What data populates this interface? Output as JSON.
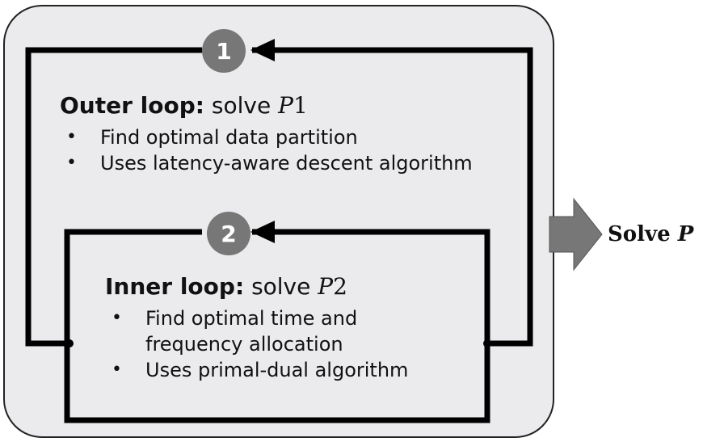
{
  "outer_loop": {
    "badge": "1",
    "heading_bold": "Outer loop:",
    "heading_text": "solve",
    "problem_letter": "P",
    "problem_index": "1",
    "bullets": [
      "Find optimal data partition",
      "Uses latency-aware descent algorithm"
    ]
  },
  "inner_loop": {
    "badge": "2",
    "heading_bold": "Inner loop:",
    "heading_text": "solve",
    "problem_letter": "P",
    "problem_index": "2",
    "bullets": [
      "Find optimal time and",
      "frequency allocation",
      "Uses primal-dual algorithm"
    ]
  },
  "output": {
    "label": "Solve",
    "problem_letter": "P"
  },
  "colors": {
    "panel": "#ebebee",
    "badge": "#777777",
    "arrow": "#777777",
    "line": "#000000"
  }
}
